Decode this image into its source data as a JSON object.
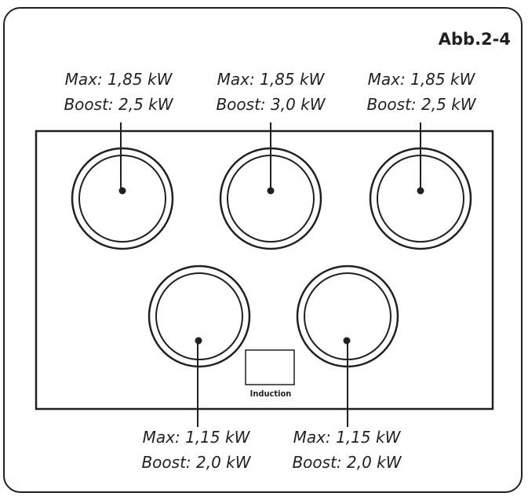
{
  "figure": {
    "label": "Abb.2-4"
  },
  "zones": [
    {
      "id": "rear-left",
      "max": "Max: 1,85 kW",
      "boost": "Boost: 2,5 kW"
    },
    {
      "id": "rear-center",
      "max": "Max: 1,85 kW",
      "boost": "Boost: 3,0 kW"
    },
    {
      "id": "rear-right",
      "max": "Max: 1,85 kW",
      "boost": "Boost: 2,5 kW"
    },
    {
      "id": "front-left",
      "max": "Max: 1,15 kW",
      "boost": "Boost: 2,0 kW"
    },
    {
      "id": "front-right",
      "max": "Max: 1,15 kW",
      "boost": "Boost: 2,0 kW"
    }
  ],
  "control_panel": {
    "label": "Induction"
  },
  "colors": {
    "ink": "#231f20",
    "background": "#ffffff"
  }
}
